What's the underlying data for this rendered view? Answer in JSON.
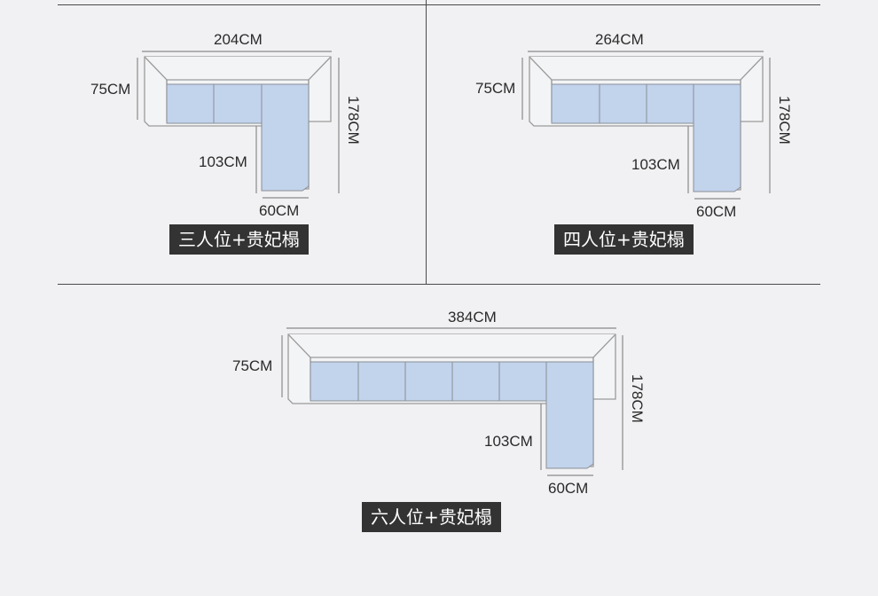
{
  "panels": {
    "three": {
      "width": "204CM",
      "depth": "75CM",
      "length": "178CM",
      "chaise_inner": "103CM",
      "chaise_width": "60CM",
      "caption": "三人位+贵妃榻"
    },
    "four": {
      "width": "264CM",
      "depth": "75CM",
      "length": "178CM",
      "chaise_inner": "103CM",
      "chaise_width": "60CM",
      "caption": "四人位+贵妃榻"
    },
    "six": {
      "width": "384CM",
      "depth": "75CM",
      "length": "178CM",
      "chaise_inner": "103CM",
      "chaise_width": "60CM",
      "caption": "六人位+贵妃榻"
    }
  },
  "colors": {
    "cushion": "#c2d3ec",
    "caption_bg": "#333333",
    "background": "#f1f1f3"
  }
}
